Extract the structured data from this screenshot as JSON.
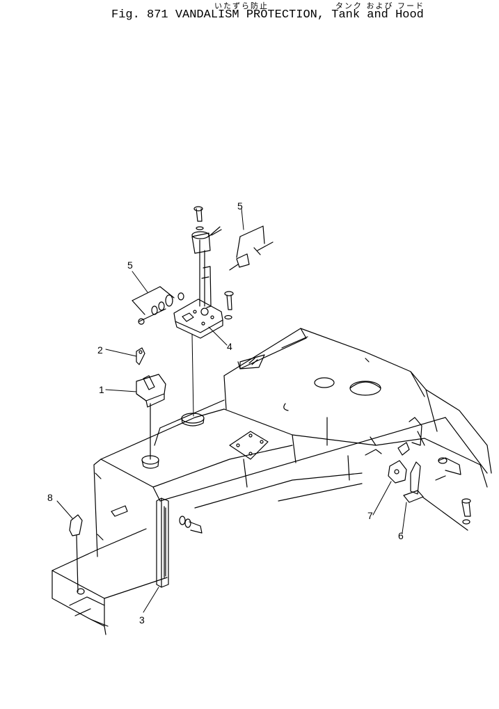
{
  "header": {
    "jp_left": "いたずら防止",
    "jp_right": "タンク および フード",
    "title": "Fig. 871  VANDALISM PROTECTION, Tank and Hood"
  },
  "callouts": [
    {
      "id": "1",
      "label": "1"
    },
    {
      "id": "2",
      "label": "2"
    },
    {
      "id": "3",
      "label": "3"
    },
    {
      "id": "4",
      "label": "4"
    },
    {
      "id": "5a",
      "label": "5"
    },
    {
      "id": "5b",
      "label": "5"
    },
    {
      "id": "6",
      "label": "6"
    },
    {
      "id": "7",
      "label": "7"
    },
    {
      "id": "8",
      "label": "8"
    }
  ]
}
